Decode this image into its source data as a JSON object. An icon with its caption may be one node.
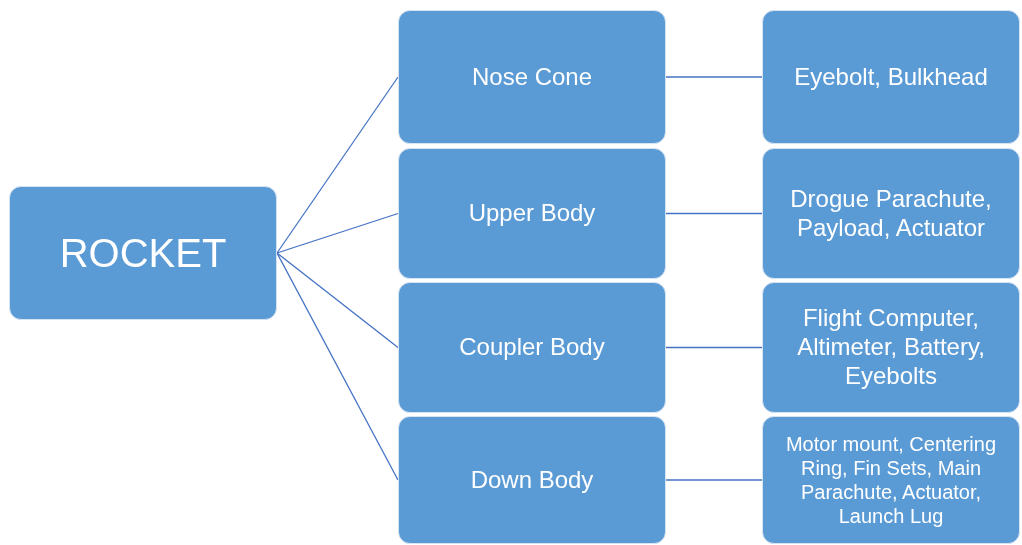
{
  "diagram": {
    "nodes": [
      {
        "text": [
          "ROCKET"
        ]
      },
      {
        "text": [
          "Nose Cone"
        ]
      },
      {
        "text": [
          "Upper Body"
        ]
      },
      {
        "text": [
          "Coupler Body"
        ]
      },
      {
        "text": [
          "Down Body"
        ]
      },
      {
        "text": [
          "Eyebolt, Bulkhead"
        ]
      },
      {
        "text": [
          "Drogue Parachute, Payload, Actuator"
        ]
      },
      {
        "text": [
          "Flight Computer, Altimeter, Battery, Eyebolts"
        ]
      },
      {
        "text": [
          "Motor mount, Centering Ring, Fin Sets, Main Parachute, Actuator, Launch Lug"
        ]
      }
    ],
    "edges": [
      {
        "from": 0,
        "to": 1,
        "arrow": "none"
      },
      {
        "from": 0,
        "to": 2,
        "arrow": "none"
      },
      {
        "from": 0,
        "to": 3,
        "arrow": "none"
      },
      {
        "from": 0,
        "to": 4,
        "arrow": "none"
      },
      {
        "from": 1,
        "to": 5,
        "arrow": "none"
      },
      {
        "from": 2,
        "to": 6,
        "arrow": "none"
      },
      {
        "from": 3,
        "to": 7,
        "arrow": "none"
      },
      {
        "from": 4,
        "to": 8,
        "arrow": "none"
      }
    ]
  }
}
